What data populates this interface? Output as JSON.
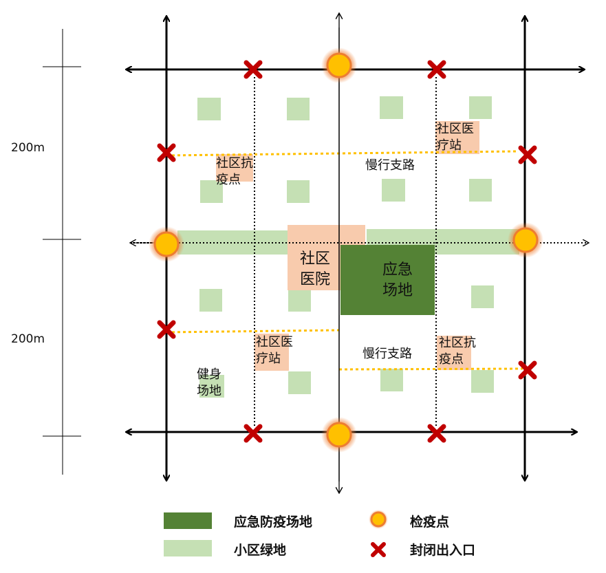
{
  "colors": {
    "emergency_green": "#548235",
    "community_green": "#c5e0b4",
    "clinic_peach": "#f8cbad",
    "checkpoint_fill": "#ffc000",
    "checkpoint_ring": "#ed7d31",
    "seal_red": "#c00000",
    "slow_road": "#ffc000",
    "road": "#000000"
  },
  "scale": {
    "top_span": "200m",
    "bottom_span": "200m"
  },
  "labels": {
    "clinic_top_right": "社区医\n疗站",
    "antiepidemic_top_left": "社区抗\n疫点",
    "slow_road_top": "慢行支路",
    "hospital": "社区\n医院",
    "emergency_site": "应急\n场地",
    "clinic_bottom_left": "社区医\n疗站",
    "slow_road_bottom": "慢行支路",
    "antiepidemic_bottom_right": "社区抗\n疫点",
    "fitness": "健身\n场地"
  },
  "legend": {
    "emergency_area": "应急防疫场地",
    "community_green": "小区绿地",
    "checkpoint": "检疫点",
    "sealed_entrance": "封闭出入口"
  }
}
